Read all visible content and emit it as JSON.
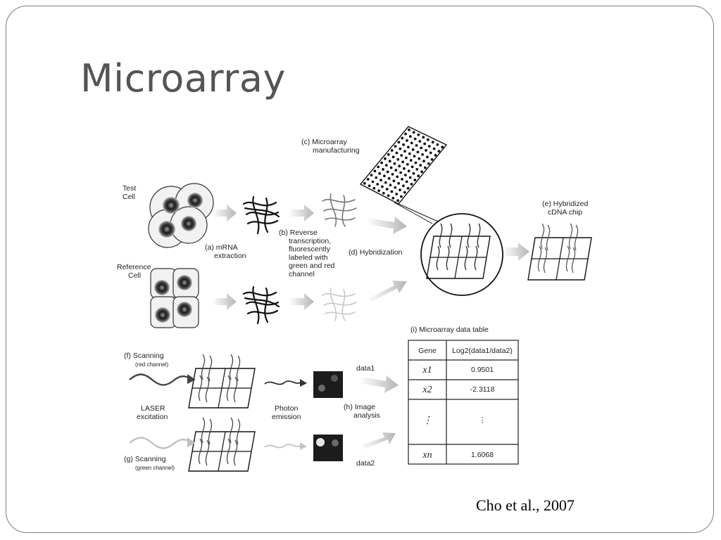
{
  "slide": {
    "title": "Microarray",
    "citation": "Cho et al., 2007"
  },
  "figure": {
    "test_cell": [
      "Test",
      "Cell"
    ],
    "reference_cell": [
      "Reference",
      "Cell"
    ],
    "step_a": [
      "(a) mRNA",
      "extraction"
    ],
    "step_b": [
      "(b) Reverse",
      "transcription,",
      "fluorescently",
      "labeled with",
      "green and red",
      "channel"
    ],
    "step_c": [
      "(c) Microarray",
      "manufacturing"
    ],
    "step_d": "(d) Hybridization",
    "step_e": [
      "(e) Hybridized",
      "cDNA chip"
    ],
    "step_f": [
      "(f) Scanning",
      "(red channel)"
    ],
    "step_g": [
      "(g) Scanning",
      "(green channel)"
    ],
    "laser": [
      "LASER",
      "excitation"
    ],
    "photon": [
      "Photon",
      "emission"
    ],
    "step_h": [
      "(h) Image",
      "analysis"
    ],
    "data1": "data1",
    "data2": "data2",
    "table": {
      "caption": "(i) Microarray data table",
      "headers": [
        "Gene",
        "Log2(data1/data2)"
      ],
      "rows": [
        {
          "gene": "x1",
          "value": "0.9501"
        },
        {
          "gene": "x2",
          "value": "-2.3118"
        },
        {
          "gene": "⋮",
          "value": "⋮"
        },
        {
          "gene": "xn",
          "value": "1.6068"
        }
      ]
    }
  }
}
